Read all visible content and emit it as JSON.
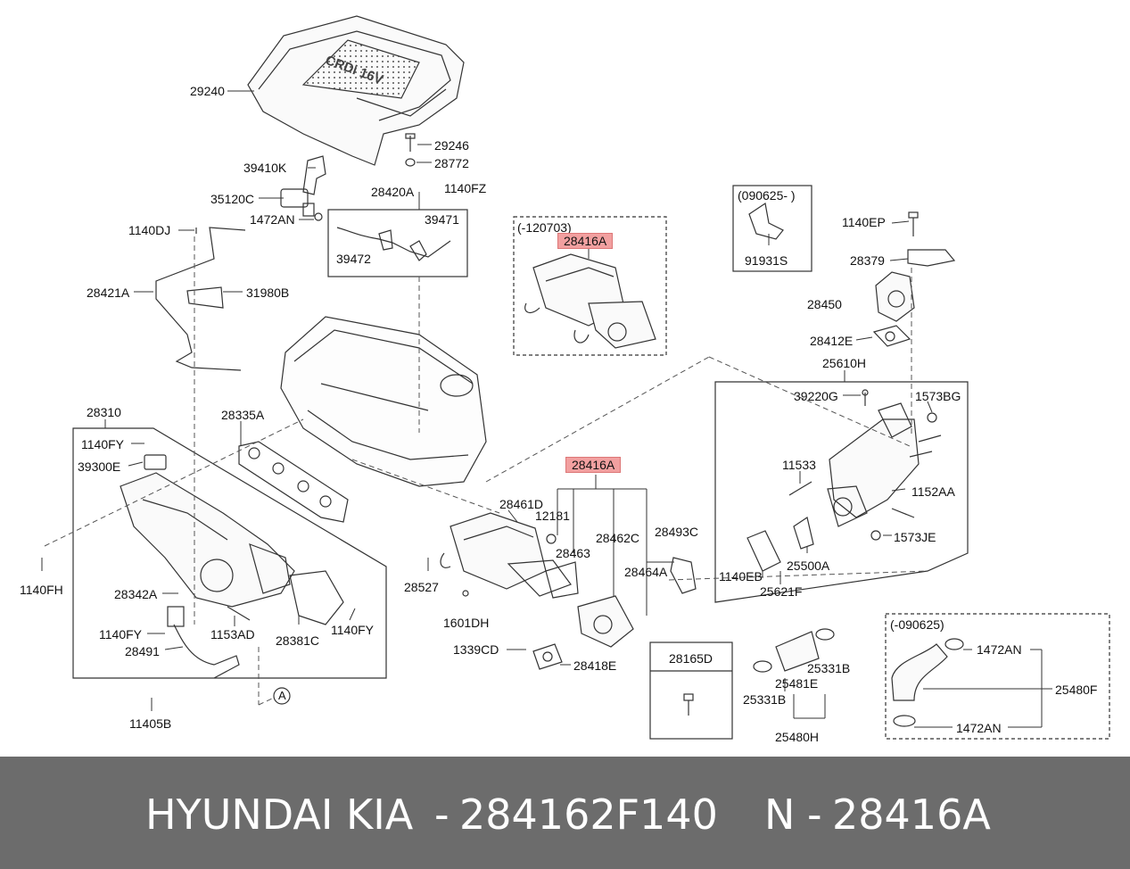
{
  "diagram": {
    "labels": {
      "p29240": "29240",
      "p29246": "29246",
      "p28772": "28772",
      "p39410K": "39410K",
      "p35120C": "35120C",
      "p28420A": "28420A",
      "p1140FZ": "1140FZ",
      "p1472AN_top": "1472AN",
      "p39471": "39471",
      "p39472": "39472",
      "p1140DJ": "1140DJ",
      "p28421A": "28421A",
      "p31980B": "31980B",
      "p120703": "(-120703)",
      "p28416A_top": "28416A",
      "p090625_box": "(090625- )",
      "p91931S": "91931S",
      "p1140EP": "1140EP",
      "p28379": "28379",
      "p28450": "28450",
      "p28412E": "28412E",
      "p25610H": "25610H",
      "p39220G": "39220G",
      "p1573BG": "1573BG",
      "p11533": "11533",
      "p1152AA": "1152AA",
      "p1573JE": "1573JE",
      "p25500A": "25500A",
      "p1140EB": "1140EB",
      "p25621F": "25621F",
      "p28310": "28310",
      "p1140FY_a": "1140FY",
      "p39300E": "39300E",
      "p28335A": "28335A",
      "p1140FH": "1140FH",
      "p28342A": "28342A",
      "p1140FY_b": "1140FY",
      "p1153AD": "1153AD",
      "p28491": "28491",
      "p28381C": "28381C",
      "p1140FY_c": "1140FY",
      "p11405B": "11405B",
      "pA": "A",
      "p28416A_mid": "28416A",
      "p28461D": "28461D",
      "p12181": "12181",
      "p28463": "28463",
      "p28462C": "28462C",
      "p28493C": "28493C",
      "p28464A": "28464A",
      "p28527": "28527",
      "p1601DH": "1601DH",
      "p1339CD": "1339CD",
      "p28418E": "28418E",
      "p28165D": "28165D",
      "p25481E": "25481E",
      "p25331B_a": "25331B",
      "p25331B_b": "25331B",
      "p25480H": "25480H",
      "p090625_b": "(-090625)",
      "p1472AN_a": "1472AN",
      "p25480F": "25480F",
      "p1472AN_b": "1472AN",
      "p_cover_text": "CRDi 16V"
    }
  },
  "footer": {
    "brand": "HYUNDAI  KIA",
    "sep1": "-",
    "part_number": "284162F140",
    "n_label": "N",
    "sep2": "-",
    "ref_code": "28416A"
  },
  "colors": {
    "highlight": "#f2a0a0",
    "footer_bg": "#6c6c6c",
    "line": "#333333"
  }
}
